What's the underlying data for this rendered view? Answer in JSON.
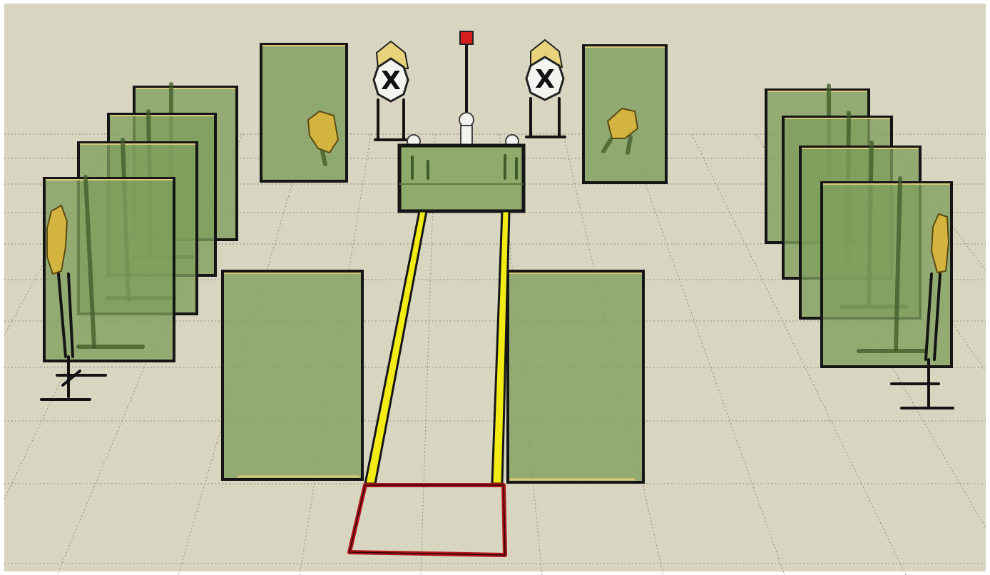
{
  "scene": {
    "colors": {
      "floor": "#d8d5c0",
      "border": "#ffffff",
      "panel": "#7f9f5e",
      "lane": "#f2ec14",
      "start_box": "#b0141b",
      "target": "#d4b441",
      "no_shoot_plate": "#f4f4f0",
      "marker": "#d81e1e"
    },
    "no_shoot_plates": [
      {
        "symbol": "X"
      },
      {
        "symbol": "X"
      }
    ],
    "icons": [
      "shooting-booth",
      "steel-popper",
      "no-shoot-plate",
      "barricade-panel",
      "shooting-lane",
      "start-box",
      "activator-pole"
    ]
  }
}
